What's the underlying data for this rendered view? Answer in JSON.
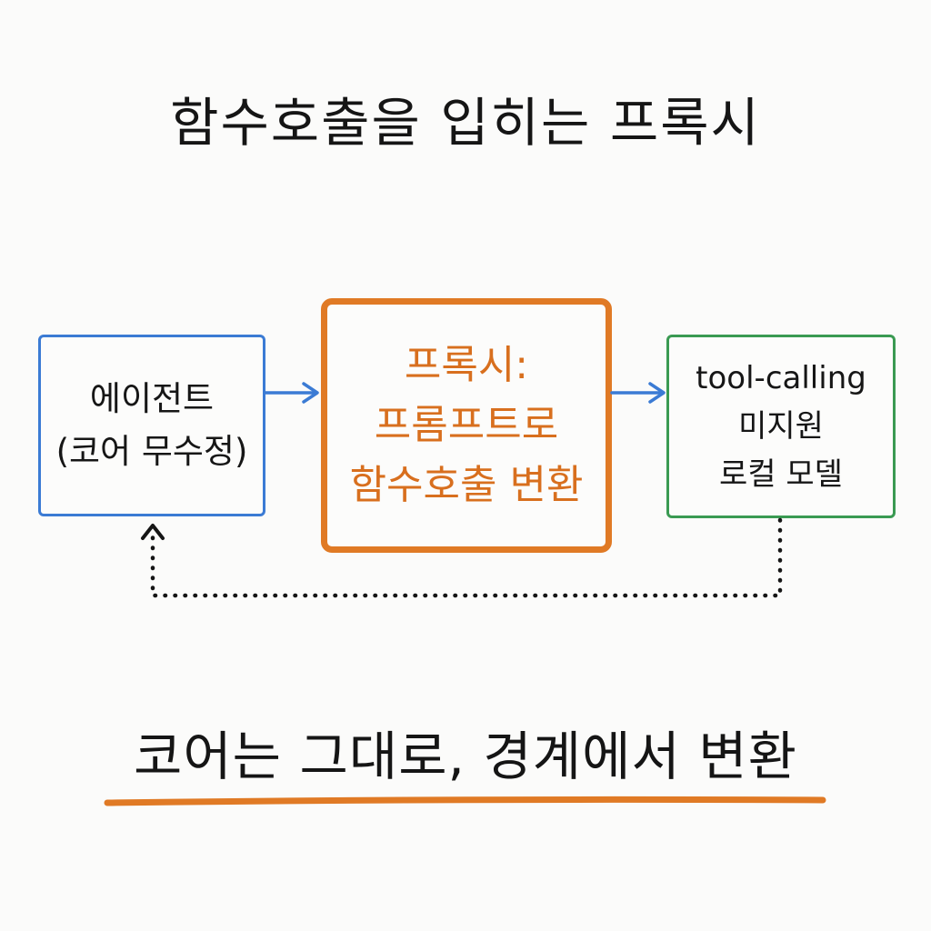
{
  "title": "함수호출을 입히는 프록시",
  "boxes": {
    "agent": {
      "line1": "에이전트",
      "line2": "(코어 무수정)",
      "border_color": "#3b7bd4"
    },
    "proxy": {
      "line1": "프록시:",
      "line2": "프롬프트로",
      "line3": "함수호출 변환",
      "border_color": "#e07a25",
      "text_color": "#d86f1e"
    },
    "model": {
      "line1": "tool-calling",
      "line2": "미지원",
      "line3": "로컬 모델",
      "border_color": "#3a9a52"
    }
  },
  "arrows": {
    "agent_to_proxy_color": "#3b7bd4",
    "proxy_to_model_color": "#3b7bd4",
    "return_path_color": "#161616",
    "return_path_style": "dotted"
  },
  "tagline": "코어는 그대로, 경계에서 변환",
  "underline_color": "#e07a25"
}
